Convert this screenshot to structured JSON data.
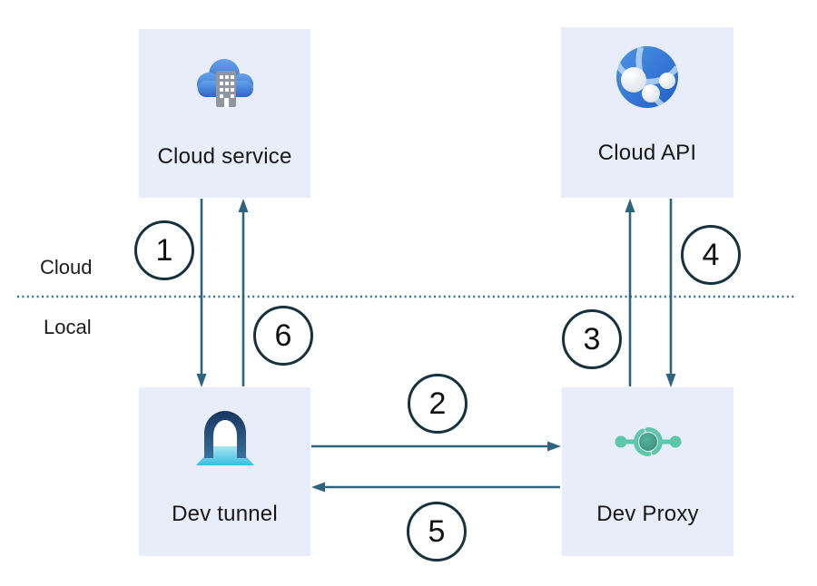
{
  "diagram": {
    "zones": {
      "cloud": "Cloud",
      "local": "Local"
    },
    "nodes": [
      {
        "id": "cloud-service",
        "label": "Cloud service",
        "icon": "cloud-building-icon"
      },
      {
        "id": "cloud-api",
        "label": "Cloud API",
        "icon": "globe-network-icon"
      },
      {
        "id": "dev-tunnel",
        "label": "Dev tunnel",
        "icon": "tunnel-icon"
      },
      {
        "id": "dev-proxy",
        "label": "Dev Proxy",
        "icon": "proxy-icon"
      }
    ],
    "steps": [
      {
        "number": "1",
        "from": "cloud-service",
        "to": "dev-tunnel",
        "direction": "down"
      },
      {
        "number": "2",
        "from": "dev-tunnel",
        "to": "dev-proxy",
        "direction": "right"
      },
      {
        "number": "3",
        "from": "dev-proxy",
        "to": "cloud-api",
        "direction": "up"
      },
      {
        "number": "4",
        "from": "cloud-api",
        "to": "dev-proxy",
        "direction": "down"
      },
      {
        "number": "5",
        "from": "dev-proxy",
        "to": "dev-tunnel",
        "direction": "left"
      },
      {
        "number": "6",
        "from": "dev-tunnel",
        "to": "cloud-service",
        "direction": "up"
      }
    ],
    "colors": {
      "node_bg": "#e7eef9",
      "arrow": "#2d6480",
      "divider_dotted": "#34708f",
      "step_circle_border": "#16323f",
      "text": "#1b1b1b",
      "cloud_icon_blue": "#3b7fd4",
      "tunnel_navy": "#1b3a66",
      "tunnel_cyan": "#3cc0e4",
      "proxy_teal": "#5ec6a9"
    }
  }
}
